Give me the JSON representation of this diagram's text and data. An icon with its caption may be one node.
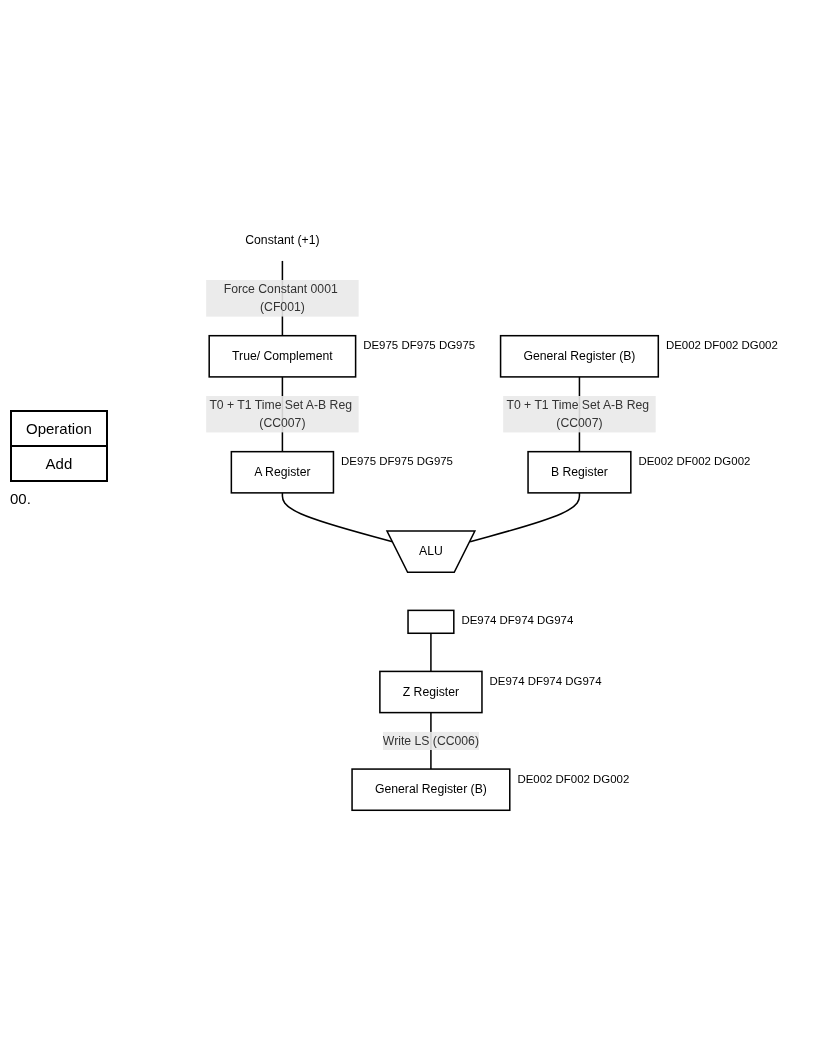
{
  "diagram": {
    "nodes": [
      {
        "text": [
          "Constant (+1)"
        ]
      },
      {
        "text": [
          "True/ Complement"
        ],
        "beside": [
          "DE975 DF975 DG975"
        ]
      },
      {
        "text": [
          "General Register (B)"
        ],
        "beside": [
          "DE002 DF002 DG002"
        ]
      },
      {
        "text": [
          "A Register"
        ],
        "beside": [
          "DE975 DF975 DG975"
        ]
      },
      {
        "text": [
          "B Register"
        ],
        "beside": [
          "DE002 DF002 DG002"
        ]
      },
      {
        "text": [
          "ALU"
        ]
      },
      {
        "text": [],
        "shape": "box",
        "beside": [
          "DE974 DF974 DG974"
        ]
      },
      {
        "text": [
          "Z Register"
        ],
        "beside": [
          "DE974 DF974 DG974"
        ]
      },
      {
        "text": [
          "General Register (B)"
        ],
        "beside": [
          "DE002 DF002 DG002"
        ]
      }
    ],
    "edges": [
      {
        "from": 0,
        "to": 1,
        "arrow": "none",
        "label": "Force Constant 0001 (CF001)"
      },
      {
        "from": 1,
        "to": 3,
        "arrow": "none",
        "label": "T0 + T1 Time Set A-B Reg (CC007)"
      },
      {
        "from": 2,
        "to": 4,
        "arrow": "none",
        "label": "T0 + T1 Time Set A-B Reg (CC007)"
      },
      {
        "from": 3,
        "to": 5,
        "arrow": "none"
      },
      {
        "from": 4,
        "to": 5,
        "arrow": "none"
      },
      {
        "from": 6,
        "to": 7,
        "arrow": "none"
      },
      {
        "from": 7,
        "to": 8,
        "arrow": "none",
        "label": "Write LS (CC006)"
      }
    ],
    "labels": [
      "Operation",
      "Add",
      "00."
    ]
  }
}
